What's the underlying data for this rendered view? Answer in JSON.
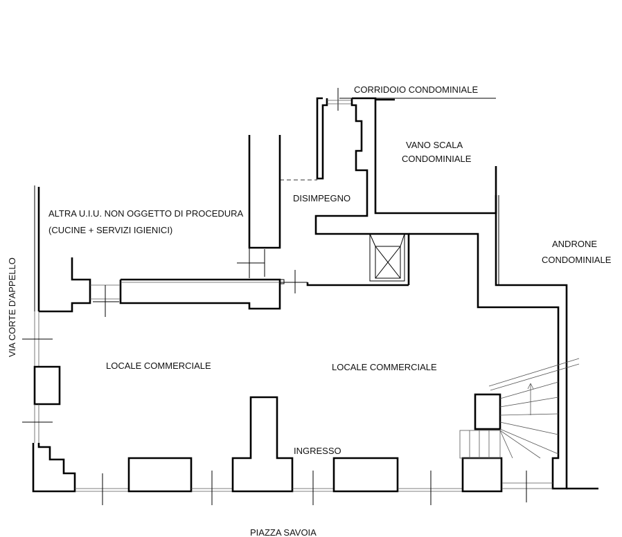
{
  "labels": {
    "corridoio": "CORRIDOIO CONDOMINIALE",
    "vano_scala_1": "VANO SCALA",
    "vano_scala_2": "CONDOMINIALE",
    "disimpegno": "DISIMPEGNO",
    "altra_uiu_1": "ALTRA U.I.U. NON OGGETTO DI PROCEDURA",
    "altra_uiu_2": "(CUCINE + SERVIZI IGIENICI)",
    "androne_1": "ANDRONE",
    "androne_2": "CONDOMINIALE",
    "via": "VIA CORTE D'APPELLO",
    "locale_left": "LOCALE COMMERCIALE",
    "locale_right": "LOCALE COMMERCIALE",
    "ingresso": "INGRESSO",
    "piazza": "PIAZZA SAVOIA"
  }
}
